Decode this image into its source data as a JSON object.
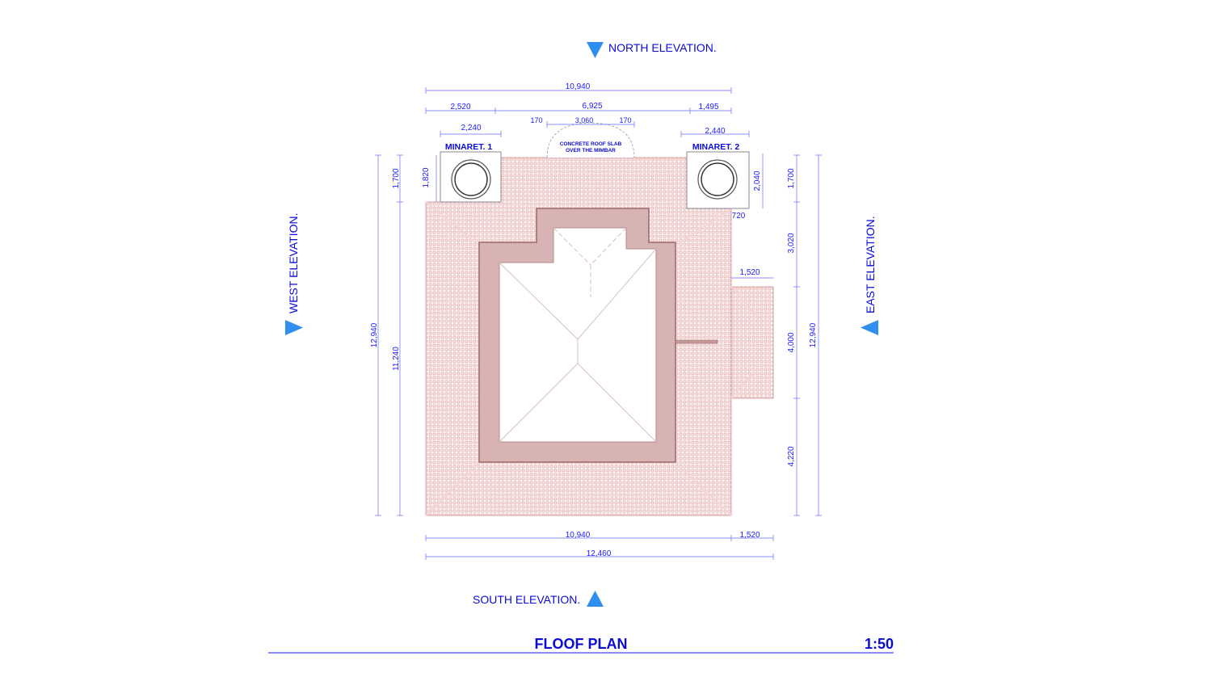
{
  "elevations": {
    "north": "NORTH ELEVATION.",
    "south": "SOUTH ELEVATION.",
    "west": "WEST ELEVATION.",
    "east": "EAST ELEVATION."
  },
  "labels": {
    "minaret1": "MINARET. 1",
    "minaret2": "MINARET. 2",
    "mimbar_line1": "CONCRETE ROOF SLAB",
    "mimbar_line2": "OVER THE MIMBAR"
  },
  "dimensions": {
    "top_overall": "10,940",
    "top_left": "2,520",
    "top_mid": "6,925",
    "top_right": "1,495",
    "top_small_left": "170",
    "top_small_mid": "3,060",
    "top_small_right": "170",
    "minaret1_width": "2,240",
    "minaret2_width": "2,440",
    "minaret1_depth": "1,820",
    "minaret2_depth": "2,040",
    "minaret2_offset": "720",
    "left_upper": "1,700",
    "left_overall": "12,940",
    "left_main": "11,240",
    "right_upper": "1,700",
    "right_seg2": "3,020",
    "right_seg3": "4,000",
    "right_seg4": "4,220",
    "right_overall": "12,940",
    "annex_width": "1,520",
    "bottom_main": "10,940",
    "bottom_annex": "1,520",
    "bottom_overall": "12,460"
  },
  "title_block": {
    "title": "FLOOF PLAN",
    "scale": "1:50"
  },
  "colors": {
    "dimension_text": "#1a1aff",
    "dimension_line": "#6a6aff",
    "arrow": "#2f8ff0",
    "roof_tile": "#e2a8a8",
    "roof_edge": "#c48e8e"
  }
}
